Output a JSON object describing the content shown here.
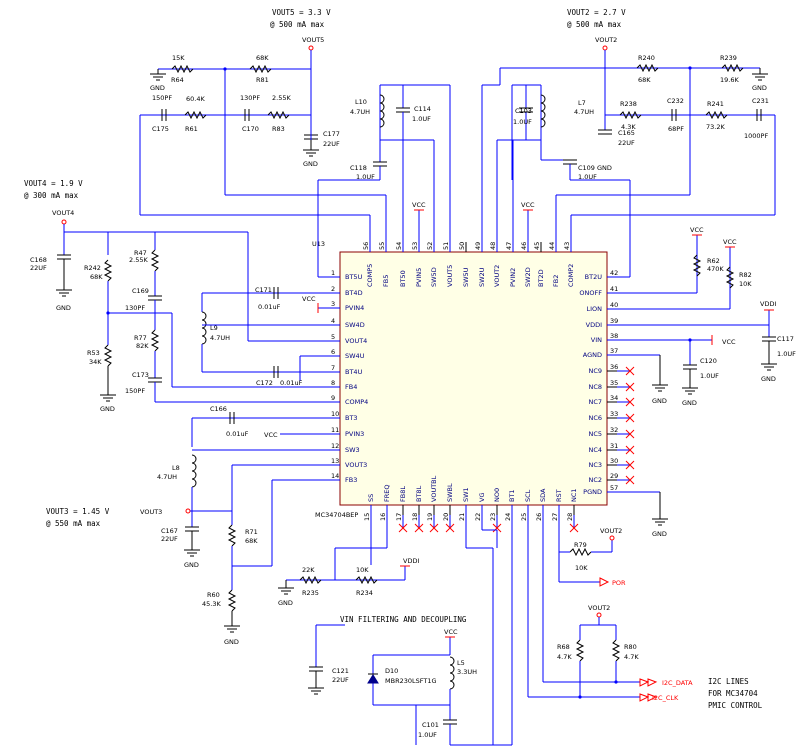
{
  "rails": {
    "vout5": "VOUT5 = 3.3 V",
    "vout5_cur": "@ 500 mA max",
    "vout2": "VOUT2 = 2.7 V",
    "vout2_cur": "@ 500 mA max",
    "vout4": "VOUT4 = 1.9 V",
    "vout4_cur": "@ 300 mA max",
    "vout3": "VOUT3 = 1.45 V",
    "vout3_cur": "@ 550 mA max"
  },
  "ic": {
    "ref": "U13",
    "part": "MC34704BEP",
    "left_pins": [
      {
        "num": "1",
        "name": "BT5U"
      },
      {
        "num": "2",
        "name": "BT4D"
      },
      {
        "num": "3",
        "name": "PVIN4"
      },
      {
        "num": "4",
        "name": "SW4D"
      },
      {
        "num": "5",
        "name": "VOUT4"
      },
      {
        "num": "6",
        "name": "SW4U"
      },
      {
        "num": "7",
        "name": "BT4U"
      },
      {
        "num": "8",
        "name": "FB4"
      },
      {
        "num": "9",
        "name": "COMP4"
      },
      {
        "num": "10",
        "name": "BT3"
      },
      {
        "num": "11",
        "name": "PVIN3"
      },
      {
        "num": "12",
        "name": "SW3"
      },
      {
        "num": "13",
        "name": "VOUT3"
      },
      {
        "num": "14",
        "name": "FB3"
      }
    ],
    "right_pins": [
      {
        "num": "42",
        "name": "BT2U"
      },
      {
        "num": "41",
        "name": "ONOFF"
      },
      {
        "num": "40",
        "name": "LION"
      },
      {
        "num": "39",
        "name": "VDDI"
      },
      {
        "num": "38",
        "name": "VIN"
      },
      {
        "num": "37",
        "name": "AGND"
      },
      {
        "num": "36",
        "name": "NC9"
      },
      {
        "num": "35",
        "name": "NC8"
      },
      {
        "num": "34",
        "name": "NC7"
      },
      {
        "num": "33",
        "name": "NC6"
      },
      {
        "num": "32",
        "name": "NC5"
      },
      {
        "num": "31",
        "name": "NC4"
      },
      {
        "num": "30",
        "name": "NC3"
      },
      {
        "num": "29",
        "name": "NC2"
      },
      {
        "num": "57",
        "name": "PGND"
      }
    ],
    "top_pins": [
      {
        "num": "56",
        "name": "COMP5"
      },
      {
        "num": "55",
        "name": "FB5"
      },
      {
        "num": "54",
        "name": "BT50"
      },
      {
        "num": "53",
        "name": "PVIN5"
      },
      {
        "num": "52",
        "name": "SW5D"
      },
      {
        "num": "51",
        "name": "VOUT5"
      },
      {
        "num": "50",
        "name": "SW5U"
      },
      {
        "num": "49",
        "name": "SW2U"
      },
      {
        "num": "48",
        "name": "VOUT2"
      },
      {
        "num": "47",
        "name": "PVIN2"
      },
      {
        "num": "46",
        "name": "SW2D"
      },
      {
        "num": "45",
        "name": "BT2D"
      },
      {
        "num": "44",
        "name": "FB2"
      },
      {
        "num": "43",
        "name": "COMP2"
      }
    ],
    "bottom_pins": [
      {
        "num": "15",
        "name": "SS"
      },
      {
        "num": "16",
        "name": "FREQ"
      },
      {
        "num": "17",
        "name": "FB8L"
      },
      {
        "num": "18",
        "name": "BT8L"
      },
      {
        "num": "19",
        "name": "VOUTBL"
      },
      {
        "num": "20",
        "name": "SWBL"
      },
      {
        "num": "21",
        "name": "SW1"
      },
      {
        "num": "22",
        "name": "VG"
      },
      {
        "num": "23",
        "name": "NO0"
      },
      {
        "num": "24",
        "name": "BT1"
      },
      {
        "num": "25",
        "name": "SCL"
      },
      {
        "num": "26",
        "name": "SDA"
      },
      {
        "num": "27",
        "name": "RST"
      },
      {
        "num": "28",
        "name": "NC1"
      }
    ]
  },
  "labels": {
    "gnd": "GND",
    "vcc": "VCC",
    "vddi": "VDDI",
    "vout5_net": "VOUT5",
    "vout2_net": "VOUT2",
    "vout4_net": "VOUT4",
    "vout3_net": "VOUT3",
    "por": "POR",
    "i2c_data": "I2C_DATA",
    "i2c_clk": "I2C_CLK",
    "vin_note": "VIN FILTERING AND DECOUPLING",
    "i2c_note_1": "I2C LINES",
    "i2c_note_2": "FOR MC34704",
    "i2c_note_3": "PMIC CONTROL"
  },
  "parts": {
    "r64": {
      "ref": "R64",
      "val": "15K"
    },
    "r81": {
      "ref": "R81",
      "val": "68K"
    },
    "c175": {
      "ref": "C175",
      "val": "150PF"
    },
    "r61": {
      "ref": "R61",
      "val": "60.4K"
    },
    "c170": {
      "ref": "C170",
      "val": "130PF"
    },
    "r83": {
      "ref": "R83",
      "val": "2.55K"
    },
    "c177": {
      "ref": "C177",
      "val": "22UF"
    },
    "l10": {
      "ref": "L10",
      "val": "4.7UH"
    },
    "c114": {
      "ref": "C114",
      "val": "1.0UF"
    },
    "c118": {
      "ref": "C118",
      "val": "1.0UF"
    },
    "c103": {
      "ref": "C103",
      "val": "1.0UF"
    },
    "l7": {
      "ref": "L7",
      "val": "4.7UH"
    },
    "c165": {
      "ref": "C165",
      "val": "22UF"
    },
    "c109": {
      "ref": "C109",
      "val": "1.0UF"
    },
    "r240": {
      "ref": "R240",
      "val": "68K"
    },
    "r239": {
      "ref": "R239",
      "val": "19.6K"
    },
    "r238": {
      "ref": "R238",
      "val": "4.3K"
    },
    "c232": {
      "ref": "C232",
      "val": "68PF"
    },
    "r241": {
      "ref": "R241",
      "val": "73.2K"
    },
    "c231": {
      "ref": "C231",
      "val": "1000PF"
    },
    "c168": {
      "ref": "C168",
      "val": "22UF"
    },
    "r242": {
      "ref": "R242",
      "val": "68K"
    },
    "r47": {
      "ref": "R47",
      "val": "2.55K"
    },
    "c169": {
      "ref": "C169",
      "val": "130PF"
    },
    "r77": {
      "ref": "R77",
      "val": "82K"
    },
    "r53": {
      "ref": "R53",
      "val": "34K"
    },
    "c173": {
      "ref": "C173",
      "val": "150PF"
    },
    "c171": {
      "ref": "C171",
      "val": "0.01uF"
    },
    "l9": {
      "ref": "L9",
      "val": "4.7UH"
    },
    "c172": {
      "ref": "C172",
      "val": "0.01uF"
    },
    "c166": {
      "ref": "C166",
      "val": "0.01uF"
    },
    "l8": {
      "ref": "L8",
      "val": "4.7UH"
    },
    "c167": {
      "ref": "C167",
      "val": "22UF"
    },
    "r71": {
      "ref": "R71",
      "val": "68K"
    },
    "r60": {
      "ref": "R60",
      "val": "45.3K"
    },
    "r62": {
      "ref": "R62",
      "val": "470K"
    },
    "r82": {
      "ref": "R82",
      "val": "10K"
    },
    "c117": {
      "ref": "C117",
      "val": "1.0UF"
    },
    "c120": {
      "ref": "C120",
      "val": "1.0UF"
    },
    "r79": {
      "ref": "R79",
      "val": "10K"
    },
    "r235": {
      "ref": "R235",
      "val": "22K"
    },
    "r234": {
      "ref": "R234",
      "val": "10K"
    },
    "c121": {
      "ref": "C121",
      "val": "22UF"
    },
    "d10": {
      "ref": "D10",
      "val": "MBR230LSFT1G"
    },
    "l5": {
      "ref": "L5",
      "val": "3.3UH"
    },
    "c101": {
      "ref": "C101",
      "val": "1.0UF"
    },
    "r68": {
      "ref": "R68",
      "val": "4.7K"
    },
    "r80": {
      "ref": "R80",
      "val": "4.7K"
    }
  }
}
